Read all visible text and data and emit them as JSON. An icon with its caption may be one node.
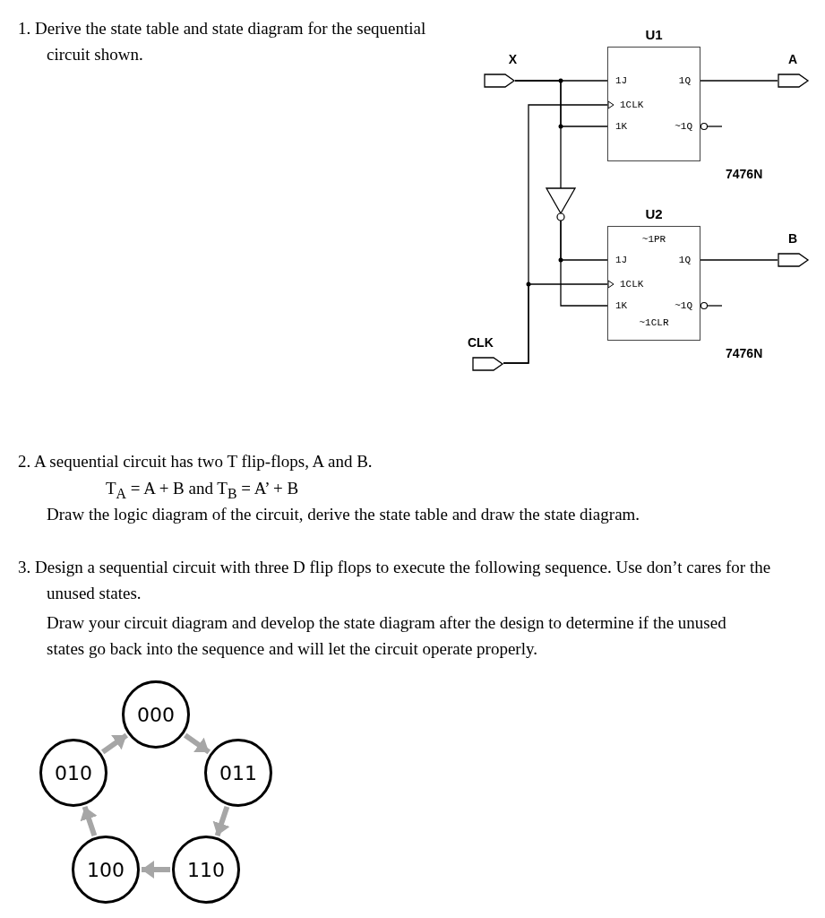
{
  "diagram": {
    "nodes": [
      {
        "text": [
          "U1",
          "1J",
          "1Q",
          "1CLK",
          "1K",
          "~1Q"
        ],
        "beside": [
          "7476N"
        ]
      },
      {
        "text": [
          "U2",
          "~1PR",
          "1J",
          "1Q",
          "1CLK",
          "1K",
          "~1Q",
          "~1CLR"
        ],
        "beside": [
          "7476N"
        ]
      },
      {
        "text": [
          "X"
        ]
      },
      {
        "text": [
          "A"
        ]
      },
      {
        "text": [
          "B"
        ]
      },
      {
        "text": [
          "CLK"
        ]
      },
      {
        "text": [],
        "shape": "triangle"
      },
      {
        "text": [
          "000"
        ]
      },
      {
        "text": [
          "011"
        ]
      },
      {
        "text": [
          "110"
        ]
      },
      {
        "text": [
          "100"
        ]
      },
      {
        "text": [
          "010"
        ]
      }
    ],
    "edges": [
      {
        "from": 2,
        "to": 0,
        "arrow": "none"
      },
      {
        "from": 2,
        "to": 0,
        "arrow": "none"
      },
      {
        "from": 2,
        "to": 6,
        "arrow": "none"
      },
      {
        "from": 6,
        "to": 1,
        "arrow": "none"
      },
      {
        "from": 6,
        "to": 1,
        "arrow": "none"
      },
      {
        "from": 5,
        "to": 0,
        "arrow": "to"
      },
      {
        "from": 5,
        "to": 1,
        "arrow": "to"
      },
      {
        "from": 0,
        "to": 3,
        "arrow": "none"
      },
      {
        "from": 1,
        "to": 4,
        "arrow": "none"
      },
      {
        "from": 0,
        "to": null,
        "arrow": "other"
      },
      {
        "from": 1,
        "to": null,
        "arrow": "other"
      },
      {
        "from": 7,
        "to": 8,
        "arrow": "to",
        "style": "thick",
        "color": "#a6a6a6"
      },
      {
        "from": 8,
        "to": 9,
        "arrow": "to",
        "style": "thick",
        "color": "#a6a6a6"
      },
      {
        "from": 9,
        "to": 10,
        "arrow": "to",
        "style": "thick",
        "color": "#a6a6a6"
      },
      {
        "from": 10,
        "to": 11,
        "arrow": "to",
        "style": "thick",
        "color": "#a6a6a6"
      },
      {
        "from": 11,
        "to": 7,
        "arrow": "to",
        "style": "thick",
        "color": "#a6a6a6"
      }
    ],
    "labels": [
      "1. Derive the state table and state diagram for the sequential circuit shown.",
      "2. A sequential circuit has two T flip-flops, A and B.",
      "T$_{A}$ = A + B and T$_{B}$ = A’ + B",
      "Draw the logic diagram of the circuit, derive the state table and draw the state diagram.",
      "3. Design a sequential circuit with three D flip flops to execute the following sequence. Use don’t cares for the unused states.",
      "Draw your circuit diagram and develop the state diagram after the design to determine if the unused states go back into the sequence and will let the circuit operate properly."
    ]
  }
}
